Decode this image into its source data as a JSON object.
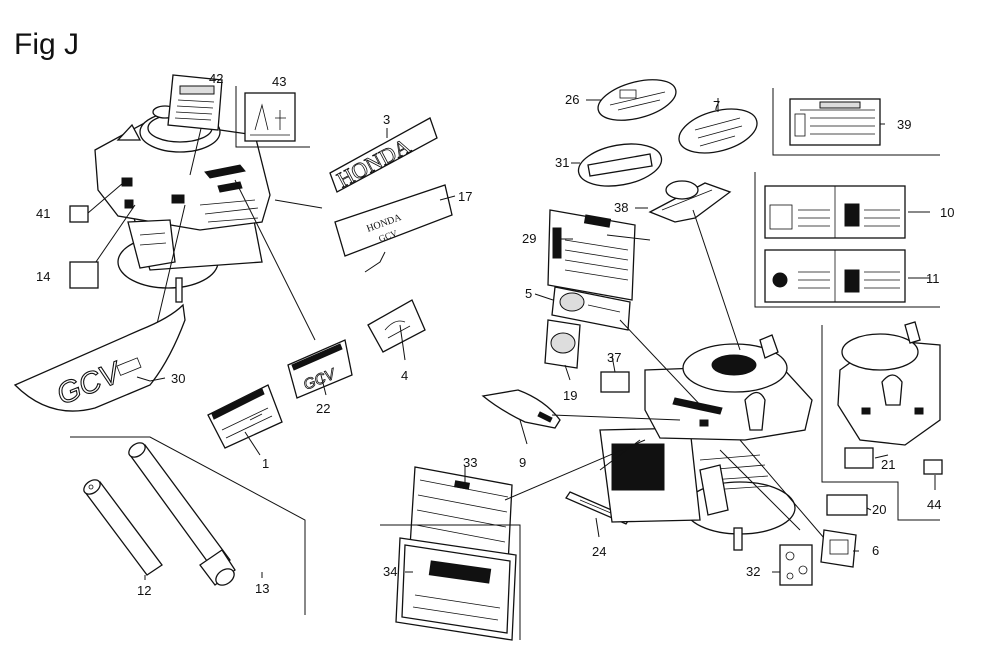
{
  "figure": {
    "title": "Fig J"
  },
  "callouts": {
    "c1": "1",
    "c3": "3",
    "c4": "4",
    "c5": "5",
    "c6": "6",
    "c7": "7",
    "c9": "9",
    "c10": "10",
    "c11": "11",
    "c12": "12",
    "c13": "13",
    "c14": "14",
    "c17": "17",
    "c19": "19",
    "c20": "20",
    "c21": "21",
    "c22": "22",
    "c24": "24",
    "c26": "26",
    "c29": "29",
    "c30": "30",
    "c31": "31",
    "c32": "32",
    "c33": "33",
    "c34": "34",
    "c37": "37",
    "c38": "38",
    "c39": "39",
    "c41": "41",
    "c42": "42",
    "c43": "43",
    "c44": "44"
  },
  "decal_text": {
    "honda": "HONDA",
    "gcv": "GCV"
  }
}
